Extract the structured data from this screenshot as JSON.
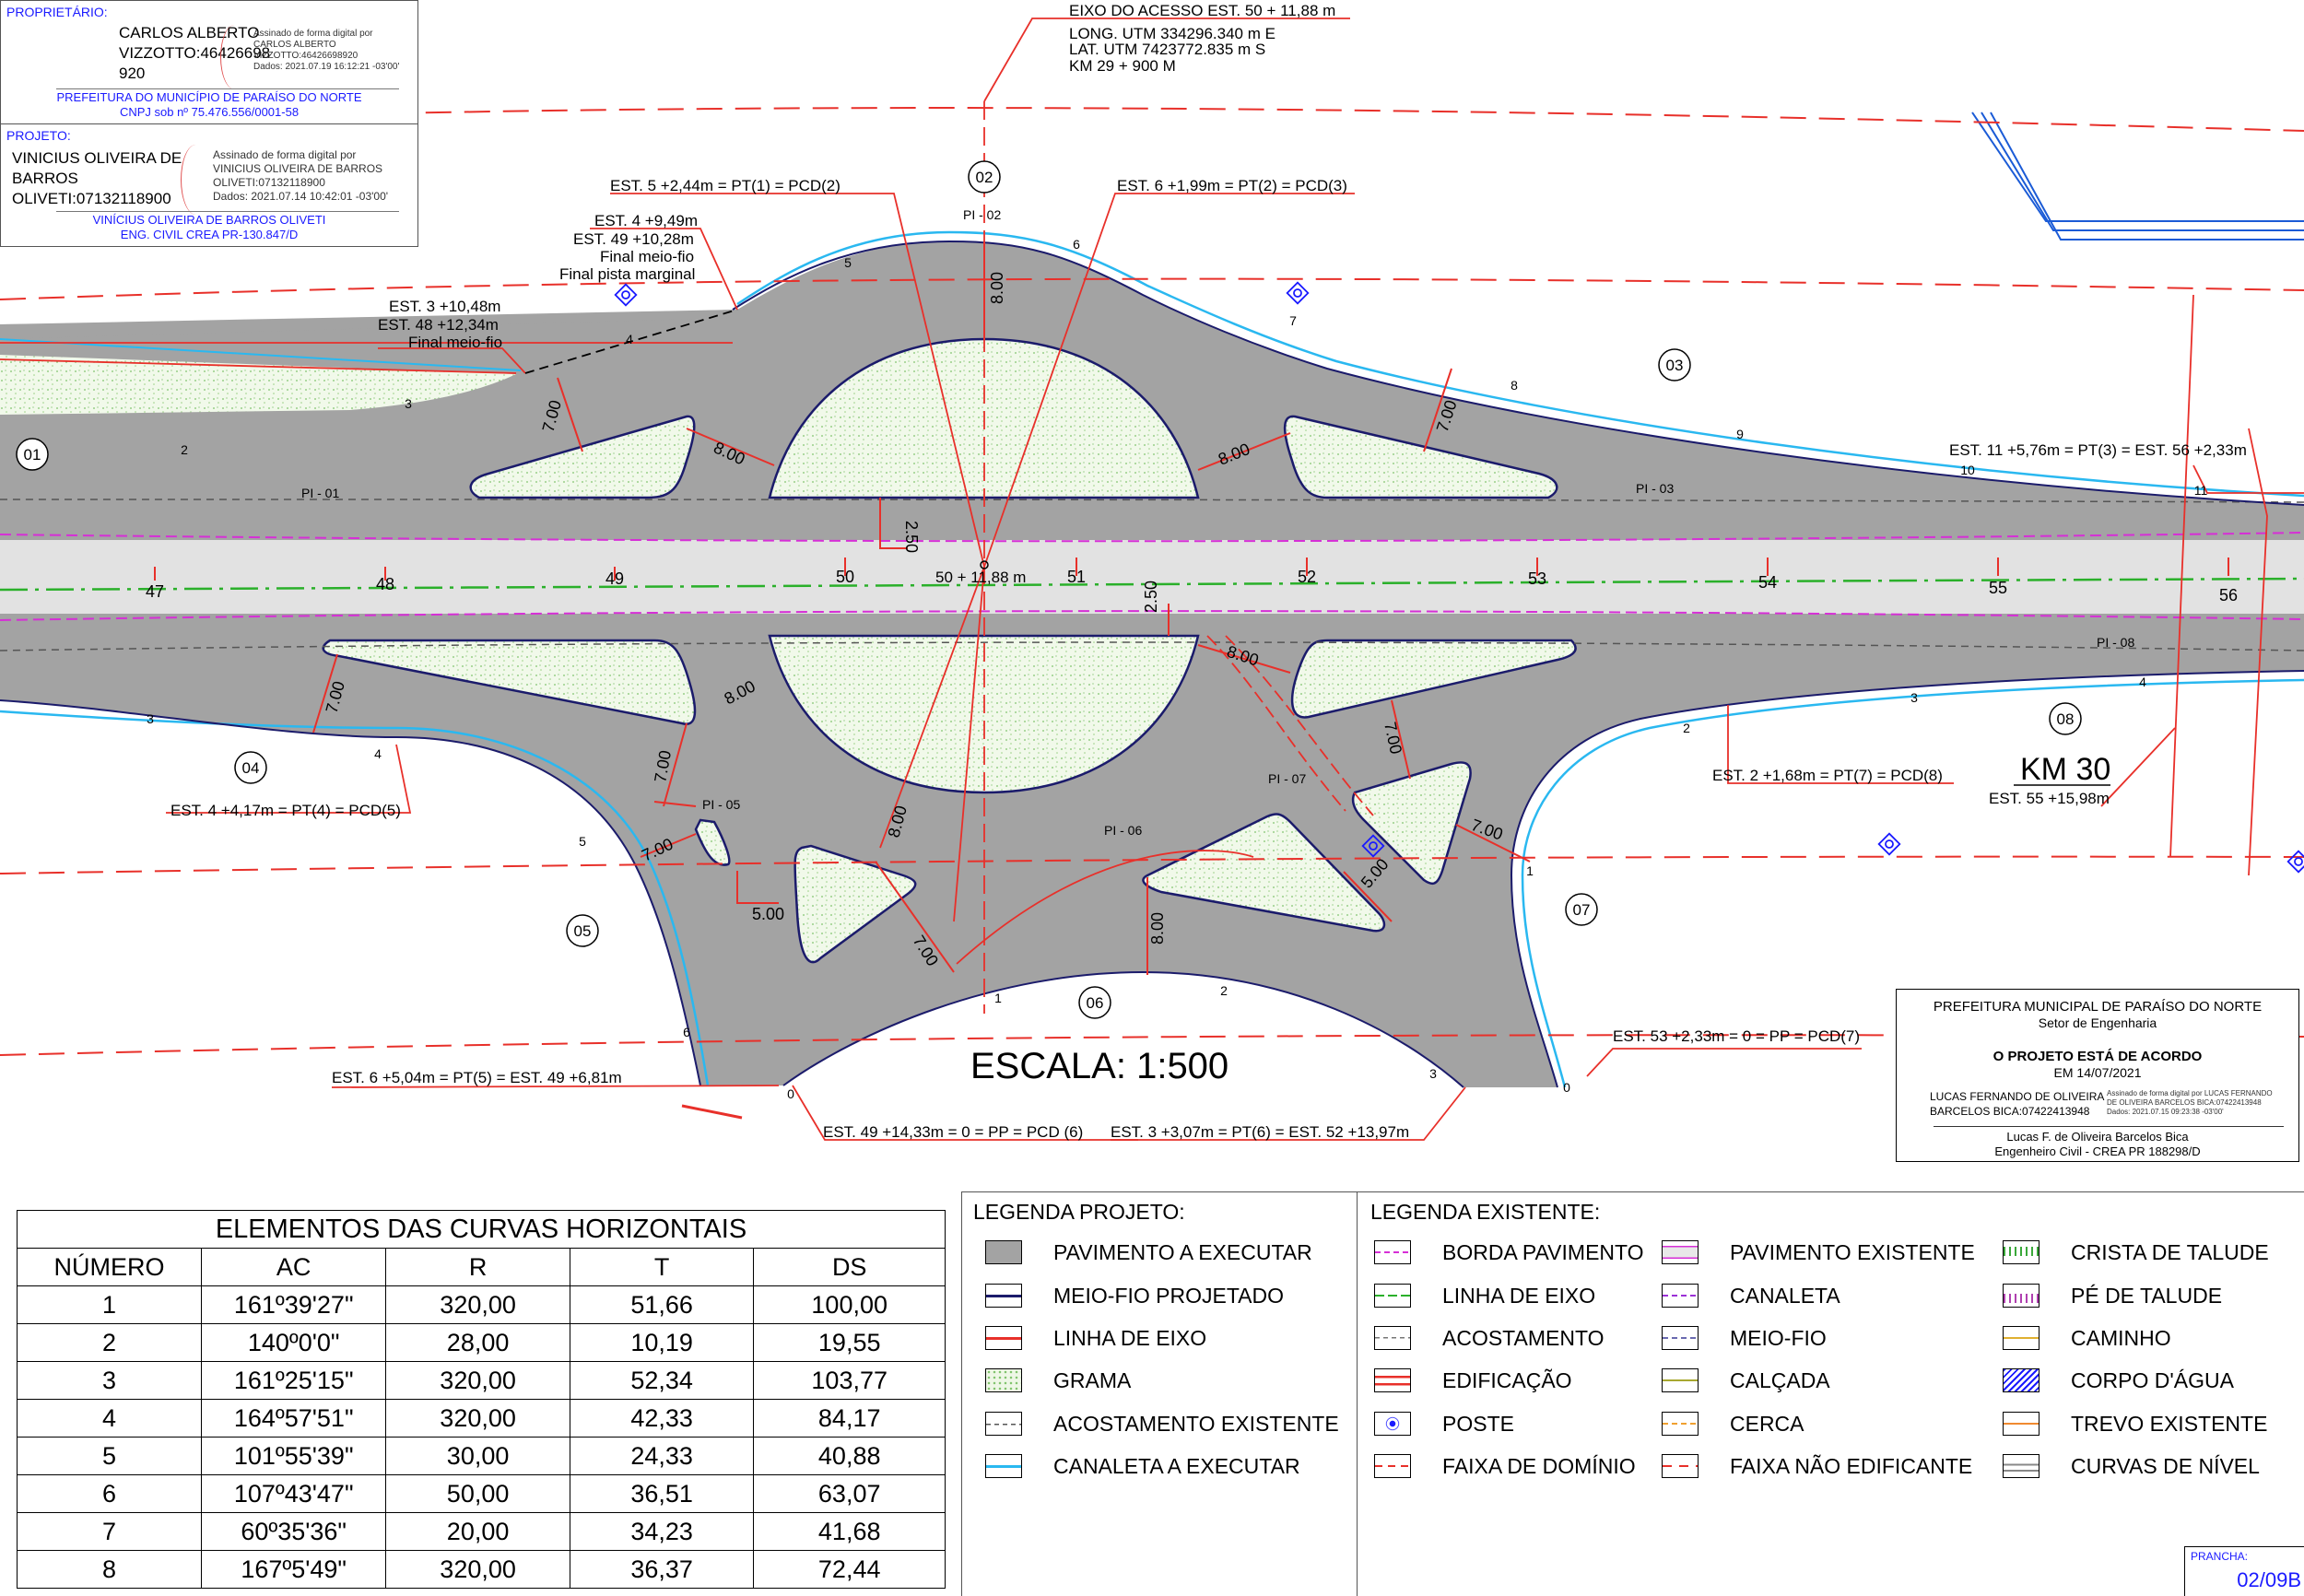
{
  "owner": {
    "header": "PROPRIETÁRIO:",
    "name_lines": [
      "CARLOS ALBERTO",
      "VIZZOTTO:46426698",
      "920"
    ],
    "signature_lines": [
      "Assinado de forma digital por",
      "CARLOS ALBERTO",
      "VIZZOTTO:46426698920",
      "Dados: 2021.07.19 16:12:21 -03'00'"
    ],
    "org_lines": [
      "PREFEITURA DO MUNICÍPIO DE PARAÍSO DO NORTE",
      "CNPJ sob nº 75.476.556/0001-58"
    ]
  },
  "designer": {
    "header": "PROJETO:",
    "name_lines": [
      "VINICIUS OLIVEIRA DE",
      "BARROS",
      "OLIVETI:07132118900"
    ],
    "signature_lines": [
      "Assinado de forma digital por",
      "VINICIUS OLIVEIRA DE BARROS",
      "OLIVETI:07132118900",
      "Dados: 2021.07.14 10:42:01 -03'00'"
    ],
    "org_lines": [
      "VINÍCIUS OLIVEIRA DE BARROS OLIVETI",
      "ENG. CIVIL CREA PR-130.847/D"
    ]
  },
  "access_axis": {
    "title": "EIXO DO ACESSO EST. 50 + 11,88 m",
    "lines": [
      "LONG. UTM 334296.340 m E",
      "LAT. UTM 7423772.835 m S",
      "KM 29 + 900 M"
    ]
  },
  "plan_labels": {
    "est5": "EST. 5 +2,44m = PT(1) = PCD(2)",
    "est6": "EST. 6 +1,99m = PT(2) = PCD(3)",
    "est4a": "EST. 4 +9,49m",
    "est49a": "EST. 49 +10,28m",
    "final_meiofio": "Final meio-fio",
    "final_pista": "Final pista marginal",
    "est3a": "EST. 3 +10,48m",
    "est48": "EST. 48 +12,34m",
    "final_meiofio2": "Final meio-fio",
    "est11": "EST. 11 +5,76m = PT(3) = EST. 56 +2,33m",
    "est4b": "EST. 4 +4,17m = PT(4) = PCD(5)",
    "est2": "EST. 2 +1,68m = PT(7) = PCD(8)",
    "km": "KM 30",
    "est55": "EST. 55 +15,98m",
    "est6b": "EST. 6 +5,04m = PT(5) = EST. 49 +6,81m",
    "est53": "EST. 53 +2,33m = 0 = PP = PCD(7)",
    "est49b": "EST. 49 +14,33m = 0 = PP = PCD (6)",
    "est3b": "EST. 3 +3,07m = PT(6) = EST. 52 +13,97m",
    "center_station": "50 + 11,88 m",
    "scale": "ESCALA: 1:500",
    "pi01": "PI - 01",
    "pi02": "PI - 02",
    "pi03": "PI - 03",
    "pi05": "PI - 05",
    "pi06": "PI - 06",
    "pi07": "PI - 07",
    "pi08": "PI - 08",
    "circles": [
      "01",
      "02",
      "03",
      "04",
      "05",
      "06",
      "07",
      "08"
    ],
    "main_stations": [
      "47",
      "48",
      "49",
      "50",
      "51",
      "52",
      "53",
      "54",
      "55",
      "56"
    ],
    "dims": {
      "w8": "8.00",
      "w7": "7.00",
      "w5": "5.00",
      "w25": "2.50"
    },
    "small_numbers": [
      "1",
      "2",
      "3",
      "4",
      "5",
      "6",
      "7",
      "8",
      "9",
      "10",
      "11",
      "0"
    ]
  },
  "curves_table": {
    "title": "ELEMENTOS DAS CURVAS HORIZONTAIS",
    "headers": [
      "NÚMERO",
      "AC",
      "R",
      "T",
      "DS"
    ],
    "rows": [
      [
        "1",
        "161º39'27\"",
        "320,00",
        "51,66",
        "100,00"
      ],
      [
        "2",
        "140º0'0\"",
        "28,00",
        "10,19",
        "19,55"
      ],
      [
        "3",
        "161º25'15\"",
        "320,00",
        "52,34",
        "103,77"
      ],
      [
        "4",
        "164º57'51\"",
        "320,00",
        "42,33",
        "84,17"
      ],
      [
        "5",
        "101º55'39\"",
        "30,00",
        "24,33",
        "40,88"
      ],
      [
        "6",
        "107º43'47\"",
        "50,00",
        "36,51",
        "63,07"
      ],
      [
        "7",
        "60º35'36\"",
        "20,00",
        "34,23",
        "41,68"
      ],
      [
        "8",
        "167º5'49\"",
        "320,00",
        "36,37",
        "72,44"
      ]
    ]
  },
  "legend_project": {
    "title": "LEGENDA PROJETO:",
    "items": [
      "PAVIMENTO A EXECUTAR",
      "MEIO-FIO PROJETADO",
      "LINHA DE EIXO",
      "GRAMA",
      "ACOSTAMENTO EXISTENTE",
      "CANALETA A EXECUTAR"
    ]
  },
  "legend_existing": {
    "title": "LEGENDA EXISTENTE:",
    "col1": [
      "BORDA PAVIMENTO",
      "LINHA DE EIXO",
      "ACOSTAMENTO",
      "EDIFICAÇÃO",
      "POSTE",
      "FAIXA DE DOMÍNIO"
    ],
    "col2": [
      "PAVIMENTO EXISTENTE",
      "CANALETA",
      "MEIO-FIO",
      "CALÇADA",
      "CERCA",
      "FAIXA NÃO EDIFICANTE"
    ],
    "col3": [
      "CRISTA DE TALUDE",
      "PÉ DE TALUDE",
      "CAMINHO",
      "CORPO D'ÁGUA",
      "TREVO EXISTENTE",
      "CURVAS DE NÍVEL"
    ]
  },
  "title_block": {
    "org": "PREFEITURA MUNICIPAL DE PARAÍSO DO NORTE",
    "sector": "Setor de Engenharia",
    "approval": "O PROJETO ESTÁ DE ACORDO",
    "date": "EM 14/07/2021",
    "signer_lines": [
      "LUCAS FERNANDO DE OLIVEIRA",
      "BARCELOS BICA:07422413948"
    ],
    "signature_lines": [
      "Assinado de forma digital por LUCAS FERNANDO",
      "DE OLIVEIRA BARCELOS BICA:07422413948",
      "Dados: 2021.07.15 09:23:38 -03'00'"
    ],
    "engineer": "Lucas F. de Oliveira Barcelos Bica",
    "crea": "Engenheiro Civil - CREA PR 188298/D"
  },
  "sheet": {
    "label": "PRANCHA:",
    "number": "02/09B"
  },
  "colors": {
    "pavement": "#a3a3a3",
    "median": "#e2e2e2",
    "grass": "#eef7e6",
    "axis_red": "#e8302a",
    "magenta": "#d62fd6",
    "blue": "#2ab8f0",
    "green_axis": "#2ab02a",
    "text_blue": "#1a1aff"
  }
}
